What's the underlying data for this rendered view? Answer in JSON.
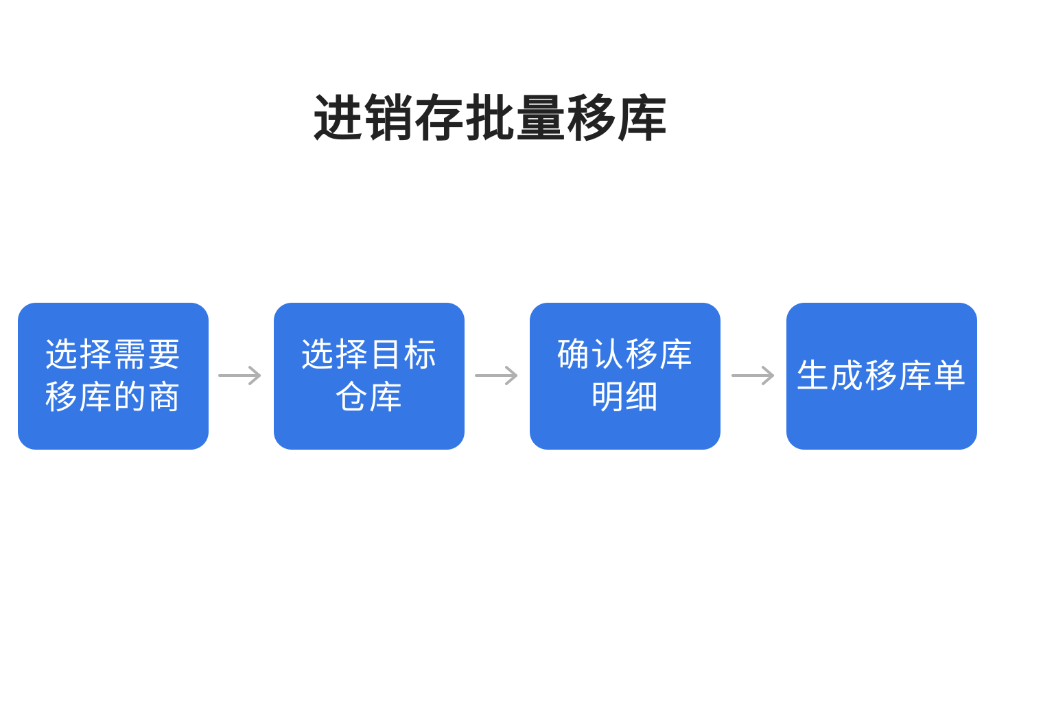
{
  "title": "进销存批量移库",
  "steps": [
    {
      "lines": [
        "选择需要",
        "移库的商"
      ]
    },
    {
      "lines": [
        "选择目标",
        "仓库"
      ]
    },
    {
      "lines": [
        "确认移库",
        "明细"
      ]
    },
    {
      "lines": [
        "生成移库单"
      ]
    }
  ],
  "colors": {
    "box": "#3578e5",
    "box_text": "#ffffff",
    "arrow": "#b0b0b0",
    "title": "#222222"
  },
  "icons": {
    "connector": "arrow-right-icon"
  }
}
